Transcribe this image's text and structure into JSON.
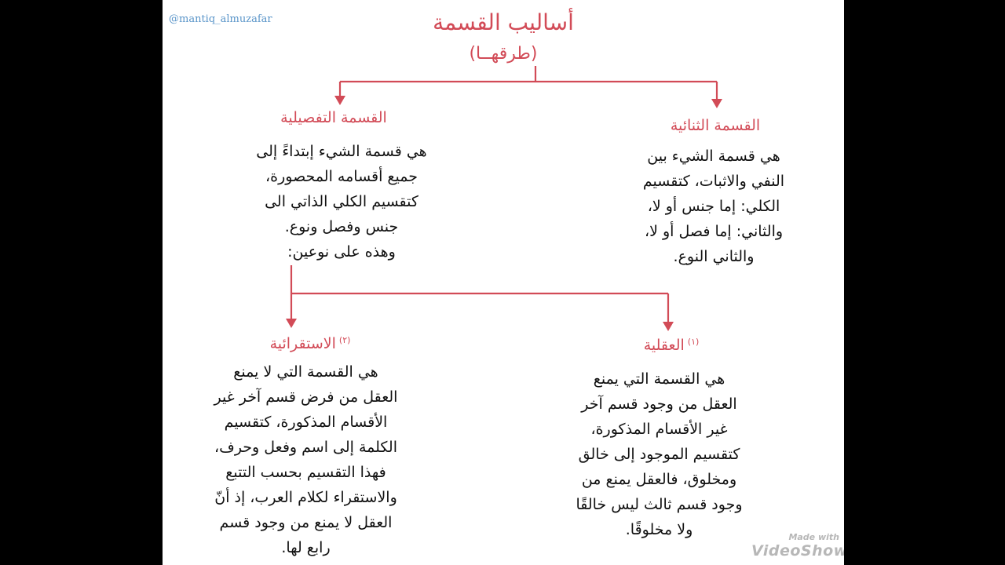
{
  "handle": "@mantiq_almuzafar",
  "title": "أساليب القسمة",
  "subtitle": "(طرقهــا)",
  "branches": {
    "right": {
      "heading": "القسمة الثنائية",
      "body": "هي قسمة الشيء بين\nالنفي والاثبات، كتقسيم\nالكلي: إما جنس أو لا،\nوالثاني: إما فصل أو لا،\nوالثاني النوع."
    },
    "left": {
      "heading": "القسمة التفصيلية",
      "body": "هي قسمة الشيء إبتداءً إلى\nجميع أقسامه المحصورة،\nكتقسيم الكلي الذاتي الى\nجنس وفصل ونوع.\nوهذه على نوعين:"
    }
  },
  "sub_branches": {
    "right": {
      "number": "(١)",
      "heading": "العقلية",
      "body": "هي القسمة التي يمنع\nالعقل من وجود قسم آخر\nغير الأقسام المذكورة،\nكتقسيم الموجود إلى خالق\nومخلوق، فالعقل يمنع من\nوجود قسم ثالث ليس خالقًا\nولا مخلوقًا."
    },
    "left": {
      "number": "(٢)",
      "heading": "الاستقرائية",
      "body": "هي القسمة التي لا يمنع\nالعقل من فرض قسم آخر غير\nالأقسام المذكورة، كتقسيم\nالكلمة إلى اسم وفعل وحرف،\nفهذا التقسيم بحسب التتبع\nوالاستقراء لكلام العرب، إذ أنّ\nالعقل لا يمنع من وجود قسم\nرابع لها."
    }
  },
  "watermark": {
    "line1": "Made with",
    "line2": "VideoShow"
  },
  "colors": {
    "accent": "#d24b57",
    "handle": "#5a95c9",
    "text": "#111111",
    "background": "#ffffff",
    "frame": "#000000"
  }
}
